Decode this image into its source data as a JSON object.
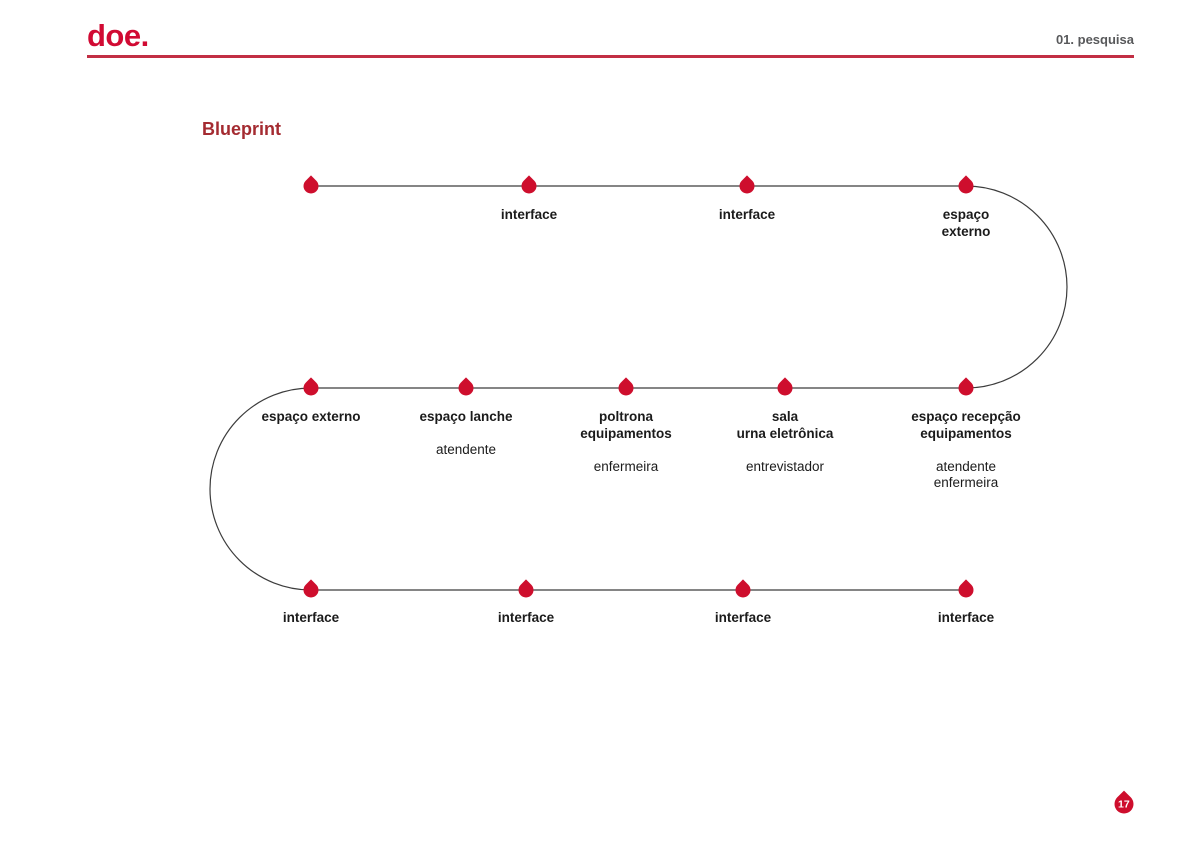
{
  "header": {
    "logo": "doe.",
    "section": "01. pesquisa"
  },
  "title": "Blueprint",
  "page_number": "17",
  "colors": {
    "accent_red": "#CE0E2D",
    "logo_red": "#D10A33",
    "rule_red": "#C22E44",
    "title_red": "#A42B31",
    "section_gray": "#58595B",
    "path_line_gray": "#3C3C3C",
    "label_dark": "#1B1B1B"
  },
  "diagram": {
    "top_row": [
      {
        "label": ""
      },
      {
        "label": "interface"
      },
      {
        "label": "interface"
      },
      {
        "label": "espaço\nexterno"
      }
    ],
    "middle_row": [
      {
        "label": "espaço externo",
        "actor": ""
      },
      {
        "label": "espaço lanche",
        "actor": "atendente"
      },
      {
        "label": "poltrona\nequipamentos",
        "actor": "enfermeira"
      },
      {
        "label": "sala\nurna eletrônica",
        "actor": "entrevistador"
      },
      {
        "label": "espaço recepção\nequipamentos",
        "actor": "atendente\nenfermeira"
      }
    ],
    "bottom_row": [
      {
        "label": "interface"
      },
      {
        "label": "interface"
      },
      {
        "label": "interface"
      },
      {
        "label": "interface"
      }
    ]
  }
}
